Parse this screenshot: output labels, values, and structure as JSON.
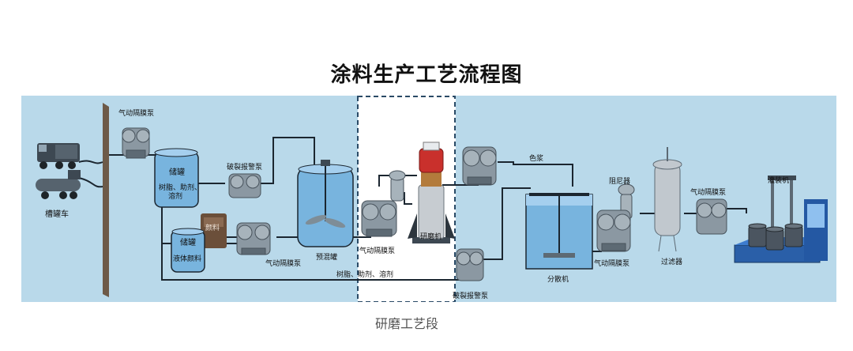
{
  "title": "涂料生产工艺流程图",
  "section_caption": "研磨工艺段",
  "labels": {
    "tank_truck": "槽罐车",
    "pump_top": "气动隔膜泵",
    "storage_tank_1": "储罐",
    "storage_tank_1_sub1": "树脂、助剂、",
    "storage_tank_1_sub2": "溶剂",
    "storage_tank_2": "储罐",
    "storage_tank_2_sub": "液体颜料",
    "pigment_bag": "颜料",
    "rupture_alarm_pump_1": "破裂报警泵",
    "pump_bottom_left": "气动隔膜泵",
    "premix_tank": "预混罐",
    "pump_mill": "气动隔膜泵",
    "grinder": "研磨机",
    "bottom_line": "树脂、助剂、溶剂",
    "color_paste": "色浆",
    "rupture_alarm_pump_2": "破裂报警泵",
    "disperser": "分散机",
    "damper": "阻尼器",
    "pump_after_disperser": "气动隔膜泵",
    "filter": "过滤器",
    "pump_filling": "气动隔膜泵",
    "filling_machine": "灌装机"
  },
  "colors": {
    "panel_bg": "#b9d9ea",
    "highlight_bg": "#ffffff",
    "dashed_border": "#2a4a66",
    "tank_fill": "#78b4de",
    "pipe": "#1b2630"
  }
}
